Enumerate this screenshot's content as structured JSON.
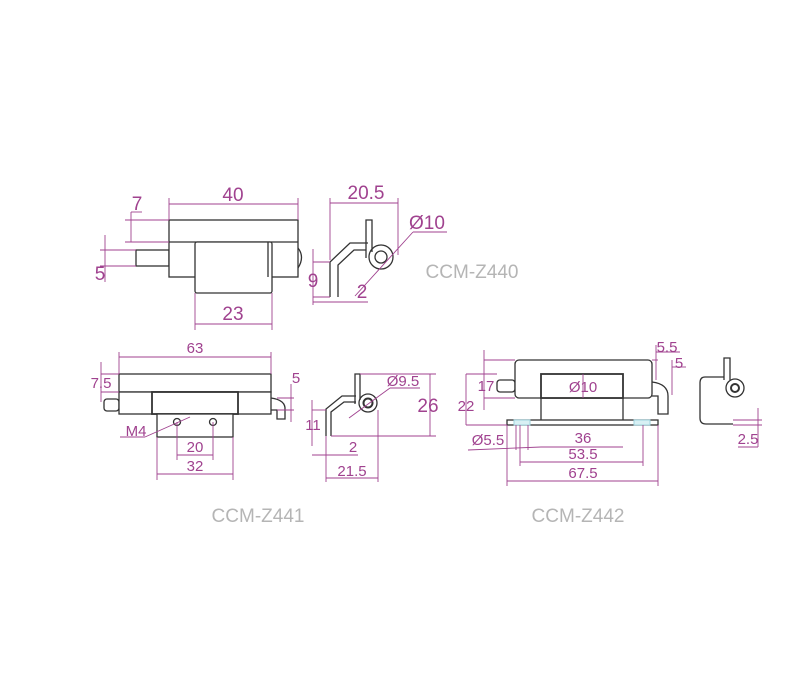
{
  "colors": {
    "dimension": "#a0428f",
    "outline": "#333333",
    "label": "#b5b5b5"
  },
  "z440": {
    "label": "CCM-Z440",
    "dims": {
      "length": "40",
      "offset": "7",
      "pin": "5",
      "sleeve": "23",
      "width": "20.5",
      "diameter": "Ø10",
      "height": "9",
      "thickness": "2"
    }
  },
  "z441": {
    "label": "CCM-Z441",
    "dims": {
      "length": "63",
      "offset": "7.5",
      "hook": "5",
      "thread": "M4",
      "hole_spacing": "20",
      "plate": "32",
      "diameter": "Ø9.5",
      "height": "26",
      "leg": "11",
      "thickness": "2",
      "width": "21.5"
    }
  },
  "z442": {
    "label": "CCM-Z442",
    "dims": {
      "top": "5.5",
      "hook": "5",
      "body": "17",
      "height": "22",
      "diameter": "Ø10",
      "hole": "Ø5.5",
      "sleeve": "36",
      "hole_spacing": "53.5",
      "plate": "67.5",
      "thickness": "2.5"
    }
  }
}
